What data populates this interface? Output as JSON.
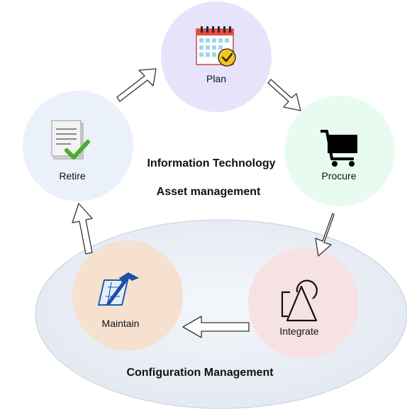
{
  "diagram": {
    "center_title": {
      "line1": "Information Technology",
      "line2": "Asset management"
    },
    "config_label": "Configuration Management",
    "nodes": {
      "plan": {
        "label": "Plan",
        "icon": "calendar-check-icon",
        "color": "#e6e3fb"
      },
      "procure": {
        "label": "Procure",
        "icon": "shopping-cart-icon",
        "color": "#e8fbf0"
      },
      "integrate": {
        "label": "Integrate",
        "icon": "shapes-icon",
        "color": "#f6e2e2"
      },
      "maintain": {
        "label": "Maintain",
        "icon": "blueprint-hammer-icon",
        "color": "#f6e1cf"
      },
      "retire": {
        "label": "Retire",
        "icon": "document-check-icon",
        "color": "#eaf1fb"
      }
    },
    "config_ellipse_color": "#e9eef6"
  }
}
